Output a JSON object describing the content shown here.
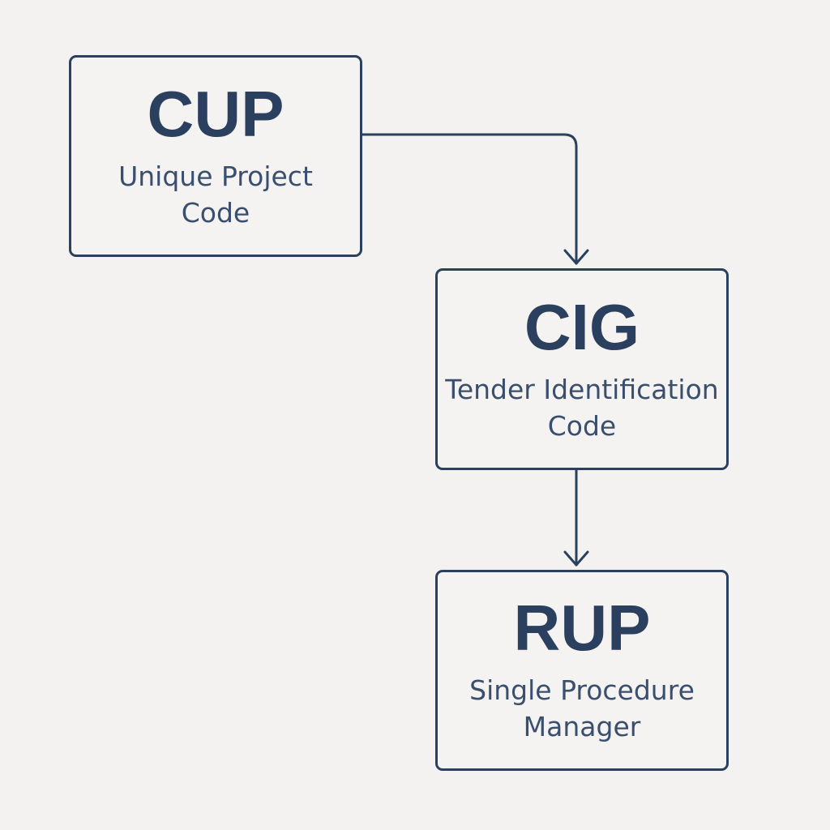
{
  "diagram": {
    "nodes": [
      {
        "id": "cup",
        "acronym": "CUP",
        "description": "Unique Project Code"
      },
      {
        "id": "cig",
        "acronym": "CIG",
        "description": "Tender Identification Code"
      },
      {
        "id": "rup",
        "acronym": "RUP",
        "description": "Single Procedure Manager"
      }
    ],
    "edges": [
      {
        "from": "cup",
        "to": "cig"
      },
      {
        "from": "cig",
        "to": "rup"
      }
    ],
    "colors": {
      "stroke": "#2b3f5e",
      "background": "#f3f2f0"
    }
  }
}
